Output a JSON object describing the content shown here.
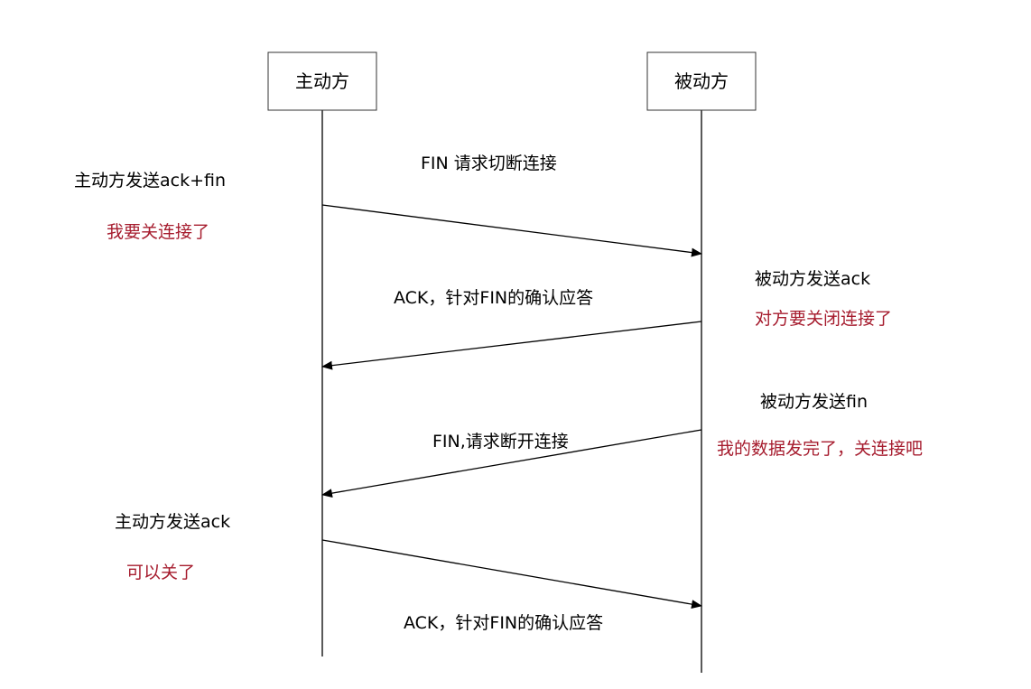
{
  "colors": {
    "note_red": "#a61c2e",
    "line": "#000000",
    "box_border": "#333333"
  },
  "actors": {
    "initiator": {
      "label": "主动方"
    },
    "passive": {
      "label": "被动方"
    }
  },
  "messages": [
    {
      "from": "initiator",
      "to": "passive",
      "label": "FIN 请求切断连接"
    },
    {
      "from": "passive",
      "to": "initiator",
      "label": "ACK，针对FIN的确认应答"
    },
    {
      "from": "passive",
      "to": "initiator",
      "label": "FIN,请求断开连接"
    },
    {
      "from": "initiator",
      "to": "passive",
      "label": "ACK，针对FIN的确认应答"
    }
  ],
  "notes": {
    "initiator_send_ack_fin": "主动方发送ack+fin",
    "initiator_close_intent": "我要关连接了",
    "passive_send_ack": "被动方发送ack",
    "passive_peer_closing": "对方要关闭连接了",
    "passive_send_fin": "被动方发送fin",
    "passive_done_close": "我的数据发完了，关连接吧",
    "initiator_send_ack": "主动方发送ack",
    "initiator_can_close": "可以关了"
  }
}
